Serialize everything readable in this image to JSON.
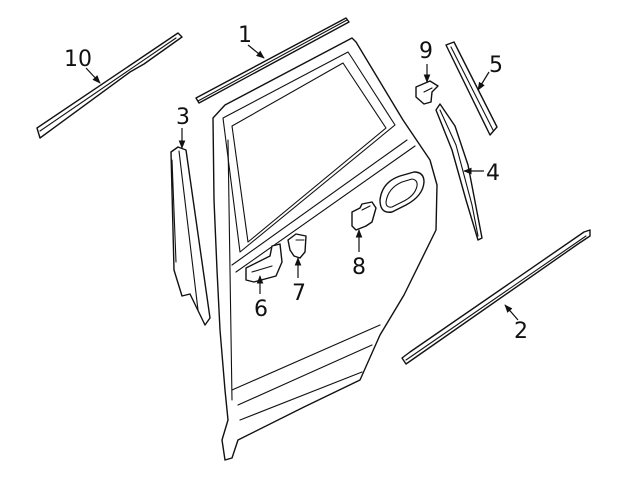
{
  "diagram": {
    "callouts": [
      {
        "id": "1",
        "label": "1"
      },
      {
        "id": "2",
        "label": "2"
      },
      {
        "id": "3",
        "label": "3"
      },
      {
        "id": "4",
        "label": "4"
      },
      {
        "id": "5",
        "label": "5"
      },
      {
        "id": "6",
        "label": "6"
      },
      {
        "id": "7",
        "label": "7"
      },
      {
        "id": "8",
        "label": "8"
      },
      {
        "id": "9",
        "label": "9"
      },
      {
        "id": "10",
        "label": "10"
      }
    ],
    "colors": {
      "line": "#111111",
      "background": "#ffffff"
    }
  }
}
